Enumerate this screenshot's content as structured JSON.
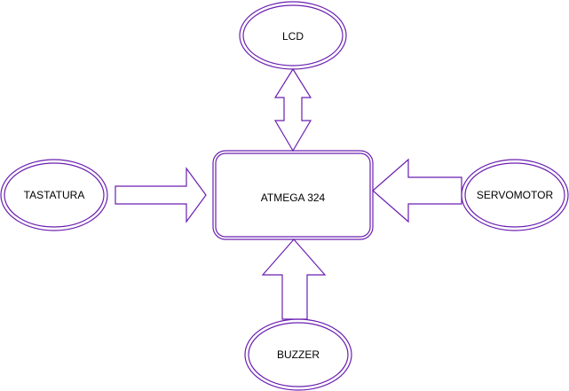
{
  "diagram": {
    "nodes": {
      "center": {
        "label": "ATMEGA 324"
      },
      "top": {
        "label": "LCD"
      },
      "left": {
        "label": "TASTATURA"
      },
      "right": {
        "label": "SERVOMOTOR"
      },
      "bottom": {
        "label": "BUZZER"
      }
    },
    "colors": {
      "outline": "#6a1fb0",
      "text": "#000000",
      "background": "#ffffff"
    }
  }
}
